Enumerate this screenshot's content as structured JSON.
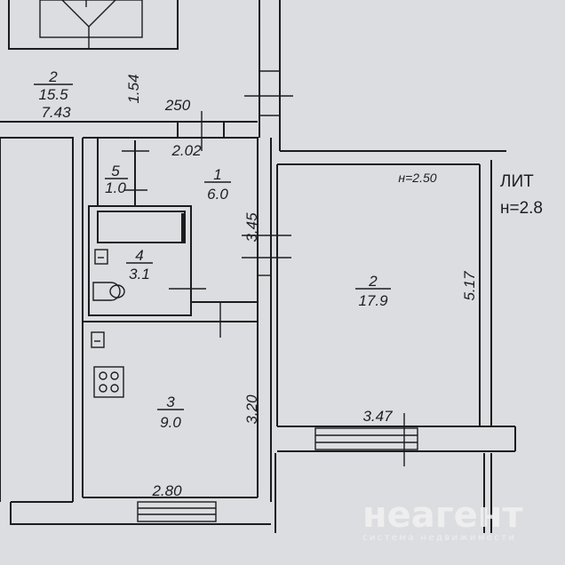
{
  "plan": {
    "rooms": [
      {
        "number": "2",
        "area": "15.5"
      },
      {
        "number": "5",
        "area": "1.0"
      },
      {
        "number": "1",
        "area": "6.0"
      },
      {
        "number": "4",
        "area": "3.1"
      },
      {
        "number": "3",
        "area": "9.0"
      },
      {
        "number": "2",
        "area": "17.9"
      }
    ],
    "dimensions": {
      "d_1_54": "1.54",
      "d_7_43": "7.43",
      "d_250": "250",
      "d_2_02": "2.02",
      "d_3_45": "3.45",
      "d_3_20": "3.20",
      "d_2_80": "2.80",
      "d_5_17": "5.17",
      "d_3_47": "3.47"
    },
    "height_label": "н=2.50",
    "lit_label": "ЛИТ",
    "lit_height": "н=2.8"
  },
  "watermark": {
    "brand": "неагент",
    "tagline": "система недвижимости"
  }
}
